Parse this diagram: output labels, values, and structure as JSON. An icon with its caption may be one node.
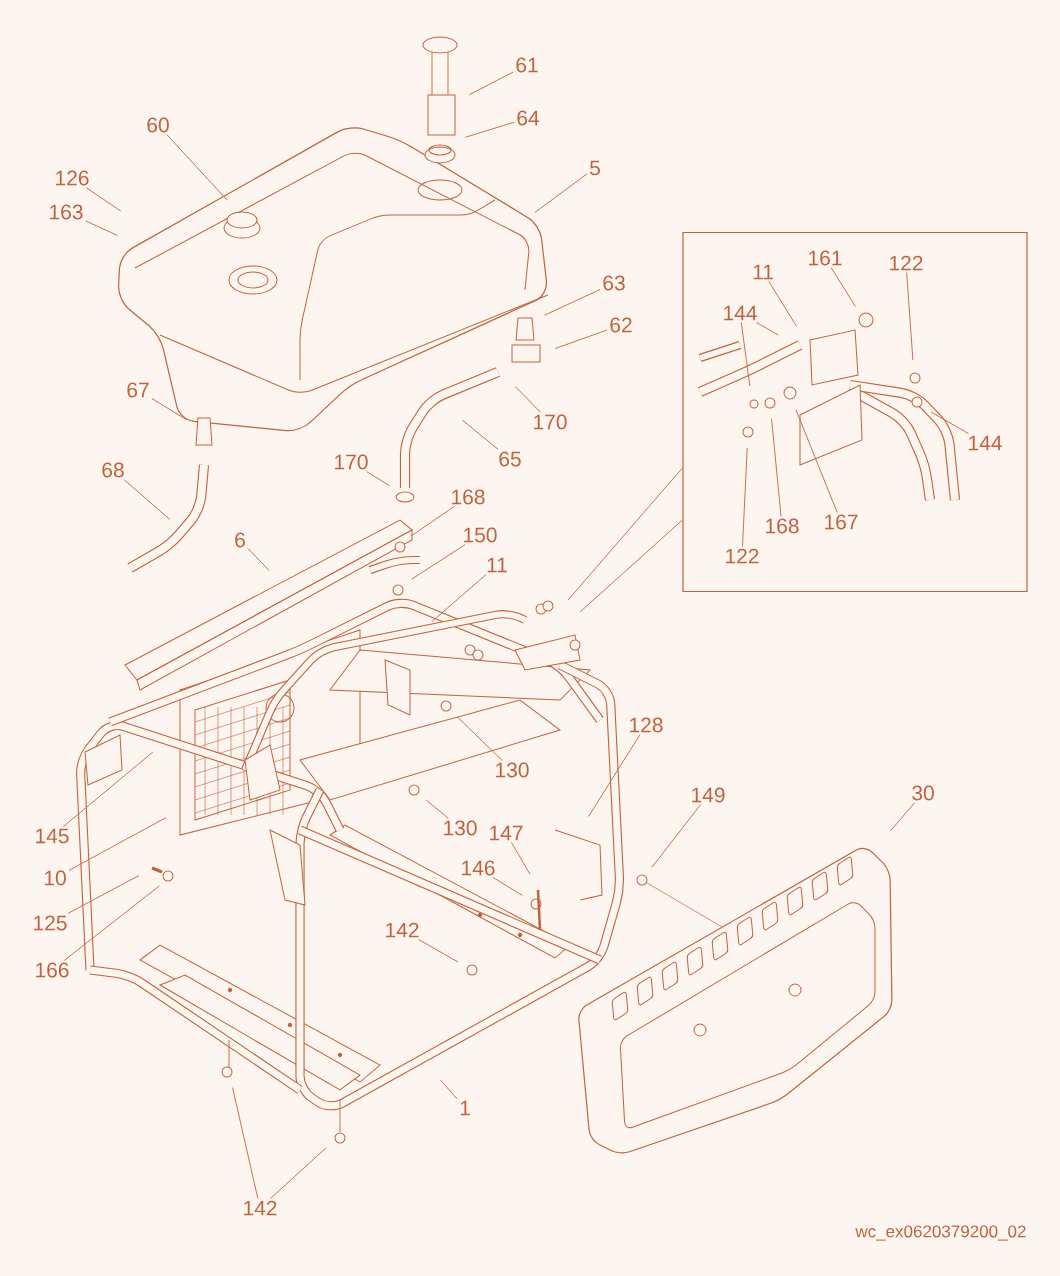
{
  "diagram": {
    "nodes": [
      {
        "text": [
          "61"
        ]
      },
      {
        "text": [
          "64"
        ]
      },
      {
        "text": [
          "60"
        ]
      },
      {
        "text": [
          "126"
        ]
      },
      {
        "text": [
          "5"
        ]
      },
      {
        "text": [
          "163"
        ]
      },
      {
        "text": [
          "63"
        ]
      },
      {
        "text": [
          "62"
        ]
      },
      {
        "text": [],
        "shape": "box"
      },
      {
        "text": [
          "11"
        ],
        "in": 8
      },
      {
        "text": [
          "161"
        ],
        "in": 8
      },
      {
        "text": [
          "122"
        ],
        "in": 8
      },
      {
        "text": [
          "144"
        ],
        "in": 8
      },
      {
        "text": [
          "144"
        ],
        "in": 8
      },
      {
        "text": [
          "122"
        ],
        "in": 8
      },
      {
        "text": [
          "168"
        ],
        "in": 8
      },
      {
        "text": [
          "167"
        ],
        "in": 8
      },
      {
        "text": [
          "67"
        ]
      },
      {
        "text": [
          "170"
        ]
      },
      {
        "text": [
          "65"
        ]
      },
      {
        "text": [
          "68"
        ]
      },
      {
        "text": [
          "170"
        ]
      },
      {
        "text": [
          "168"
        ]
      },
      {
        "text": [
          "150"
        ]
      },
      {
        "text": [
          "6"
        ]
      },
      {
        "text": [
          "11"
        ]
      },
      {
        "text": [
          "130"
        ]
      },
      {
        "text": [
          "128"
        ]
      },
      {
        "text": [
          "145"
        ]
      },
      {
        "text": [
          "149"
        ]
      },
      {
        "text": [
          "30"
        ]
      },
      {
        "text": [
          "130"
        ]
      },
      {
        "text": [
          "147"
        ]
      },
      {
        "text": [
          "10"
        ]
      },
      {
        "text": [
          "146"
        ]
      },
      {
        "text": [
          "125"
        ]
      },
      {
        "text": [
          "142"
        ]
      },
      {
        "text": [
          "166"
        ]
      },
      {
        "text": [
          "1"
        ]
      },
      {
        "text": [
          "142"
        ]
      }
    ],
    "edges": [
      {
        "from": 0,
        "to": null,
        "arrow": "none"
      },
      {
        "from": 1,
        "to": null,
        "arrow": "none"
      },
      {
        "from": 2,
        "to": null,
        "arrow": "none"
      },
      {
        "from": 3,
        "to": null,
        "arrow": "none"
      },
      {
        "from": 4,
        "to": null,
        "arrow": "none"
      },
      {
        "from": 5,
        "to": null,
        "arrow": "none"
      },
      {
        "from": 6,
        "to": null,
        "arrow": "none"
      },
      {
        "from": 7,
        "to": null,
        "arrow": "none"
      },
      {
        "from": 8,
        "to": null,
        "arrow": "none"
      },
      {
        "from": 8,
        "to": null,
        "arrow": "none"
      },
      {
        "from": 9,
        "to": null,
        "arrow": "none"
      },
      {
        "from": 10,
        "to": null,
        "arrow": "none"
      },
      {
        "from": 11,
        "to": null,
        "arrow": "none"
      },
      {
        "from": 12,
        "to": null,
        "arrow": "none"
      },
      {
        "from": 12,
        "to": null,
        "arrow": "none"
      },
      {
        "from": 13,
        "to": null,
        "arrow": "none"
      },
      {
        "from": 14,
        "to": null,
        "arrow": "none"
      },
      {
        "from": 15,
        "to": null,
        "arrow": "none"
      },
      {
        "from": 16,
        "to": null,
        "arrow": "none"
      },
      {
        "from": 17,
        "to": null,
        "arrow": "none"
      },
      {
        "from": 18,
        "to": null,
        "arrow": "none"
      },
      {
        "from": 19,
        "to": null,
        "arrow": "none"
      },
      {
        "from": 20,
        "to": null,
        "arrow": "none"
      },
      {
        "from": 21,
        "to": null,
        "arrow": "none"
      },
      {
        "from": 22,
        "to": null,
        "arrow": "none"
      },
      {
        "from": 23,
        "to": null,
        "arrow": "none"
      },
      {
        "from": 24,
        "to": null,
        "arrow": "none"
      },
      {
        "from": 25,
        "to": null,
        "arrow": "none"
      },
      {
        "from": 26,
        "to": null,
        "arrow": "none"
      },
      {
        "from": 27,
        "to": null,
        "arrow": "none"
      },
      {
        "from": 28,
        "to": null,
        "arrow": "none"
      },
      {
        "from": 29,
        "to": null,
        "arrow": "none"
      },
      {
        "from": 30,
        "to": null,
        "arrow": "none"
      },
      {
        "from": 31,
        "to": null,
        "arrow": "none"
      },
      {
        "from": 32,
        "to": null,
        "arrow": "none"
      },
      {
        "from": 33,
        "to": null,
        "arrow": "none"
      },
      {
        "from": 34,
        "to": null,
        "arrow": "none"
      },
      {
        "from": 35,
        "to": null,
        "arrow": "none"
      },
      {
        "from": 36,
        "to": null,
        "arrow": "none"
      },
      {
        "from": 37,
        "to": null,
        "arrow": "none"
      },
      {
        "from": 38,
        "to": null,
        "arrow": "none"
      },
      {
        "from": 39,
        "to": null,
        "arrow": "none"
      },
      {
        "from": 39,
        "to": null,
        "arrow": "none"
      }
    ],
    "labels": [
      "wc_ex0620379200_02"
    ]
  }
}
